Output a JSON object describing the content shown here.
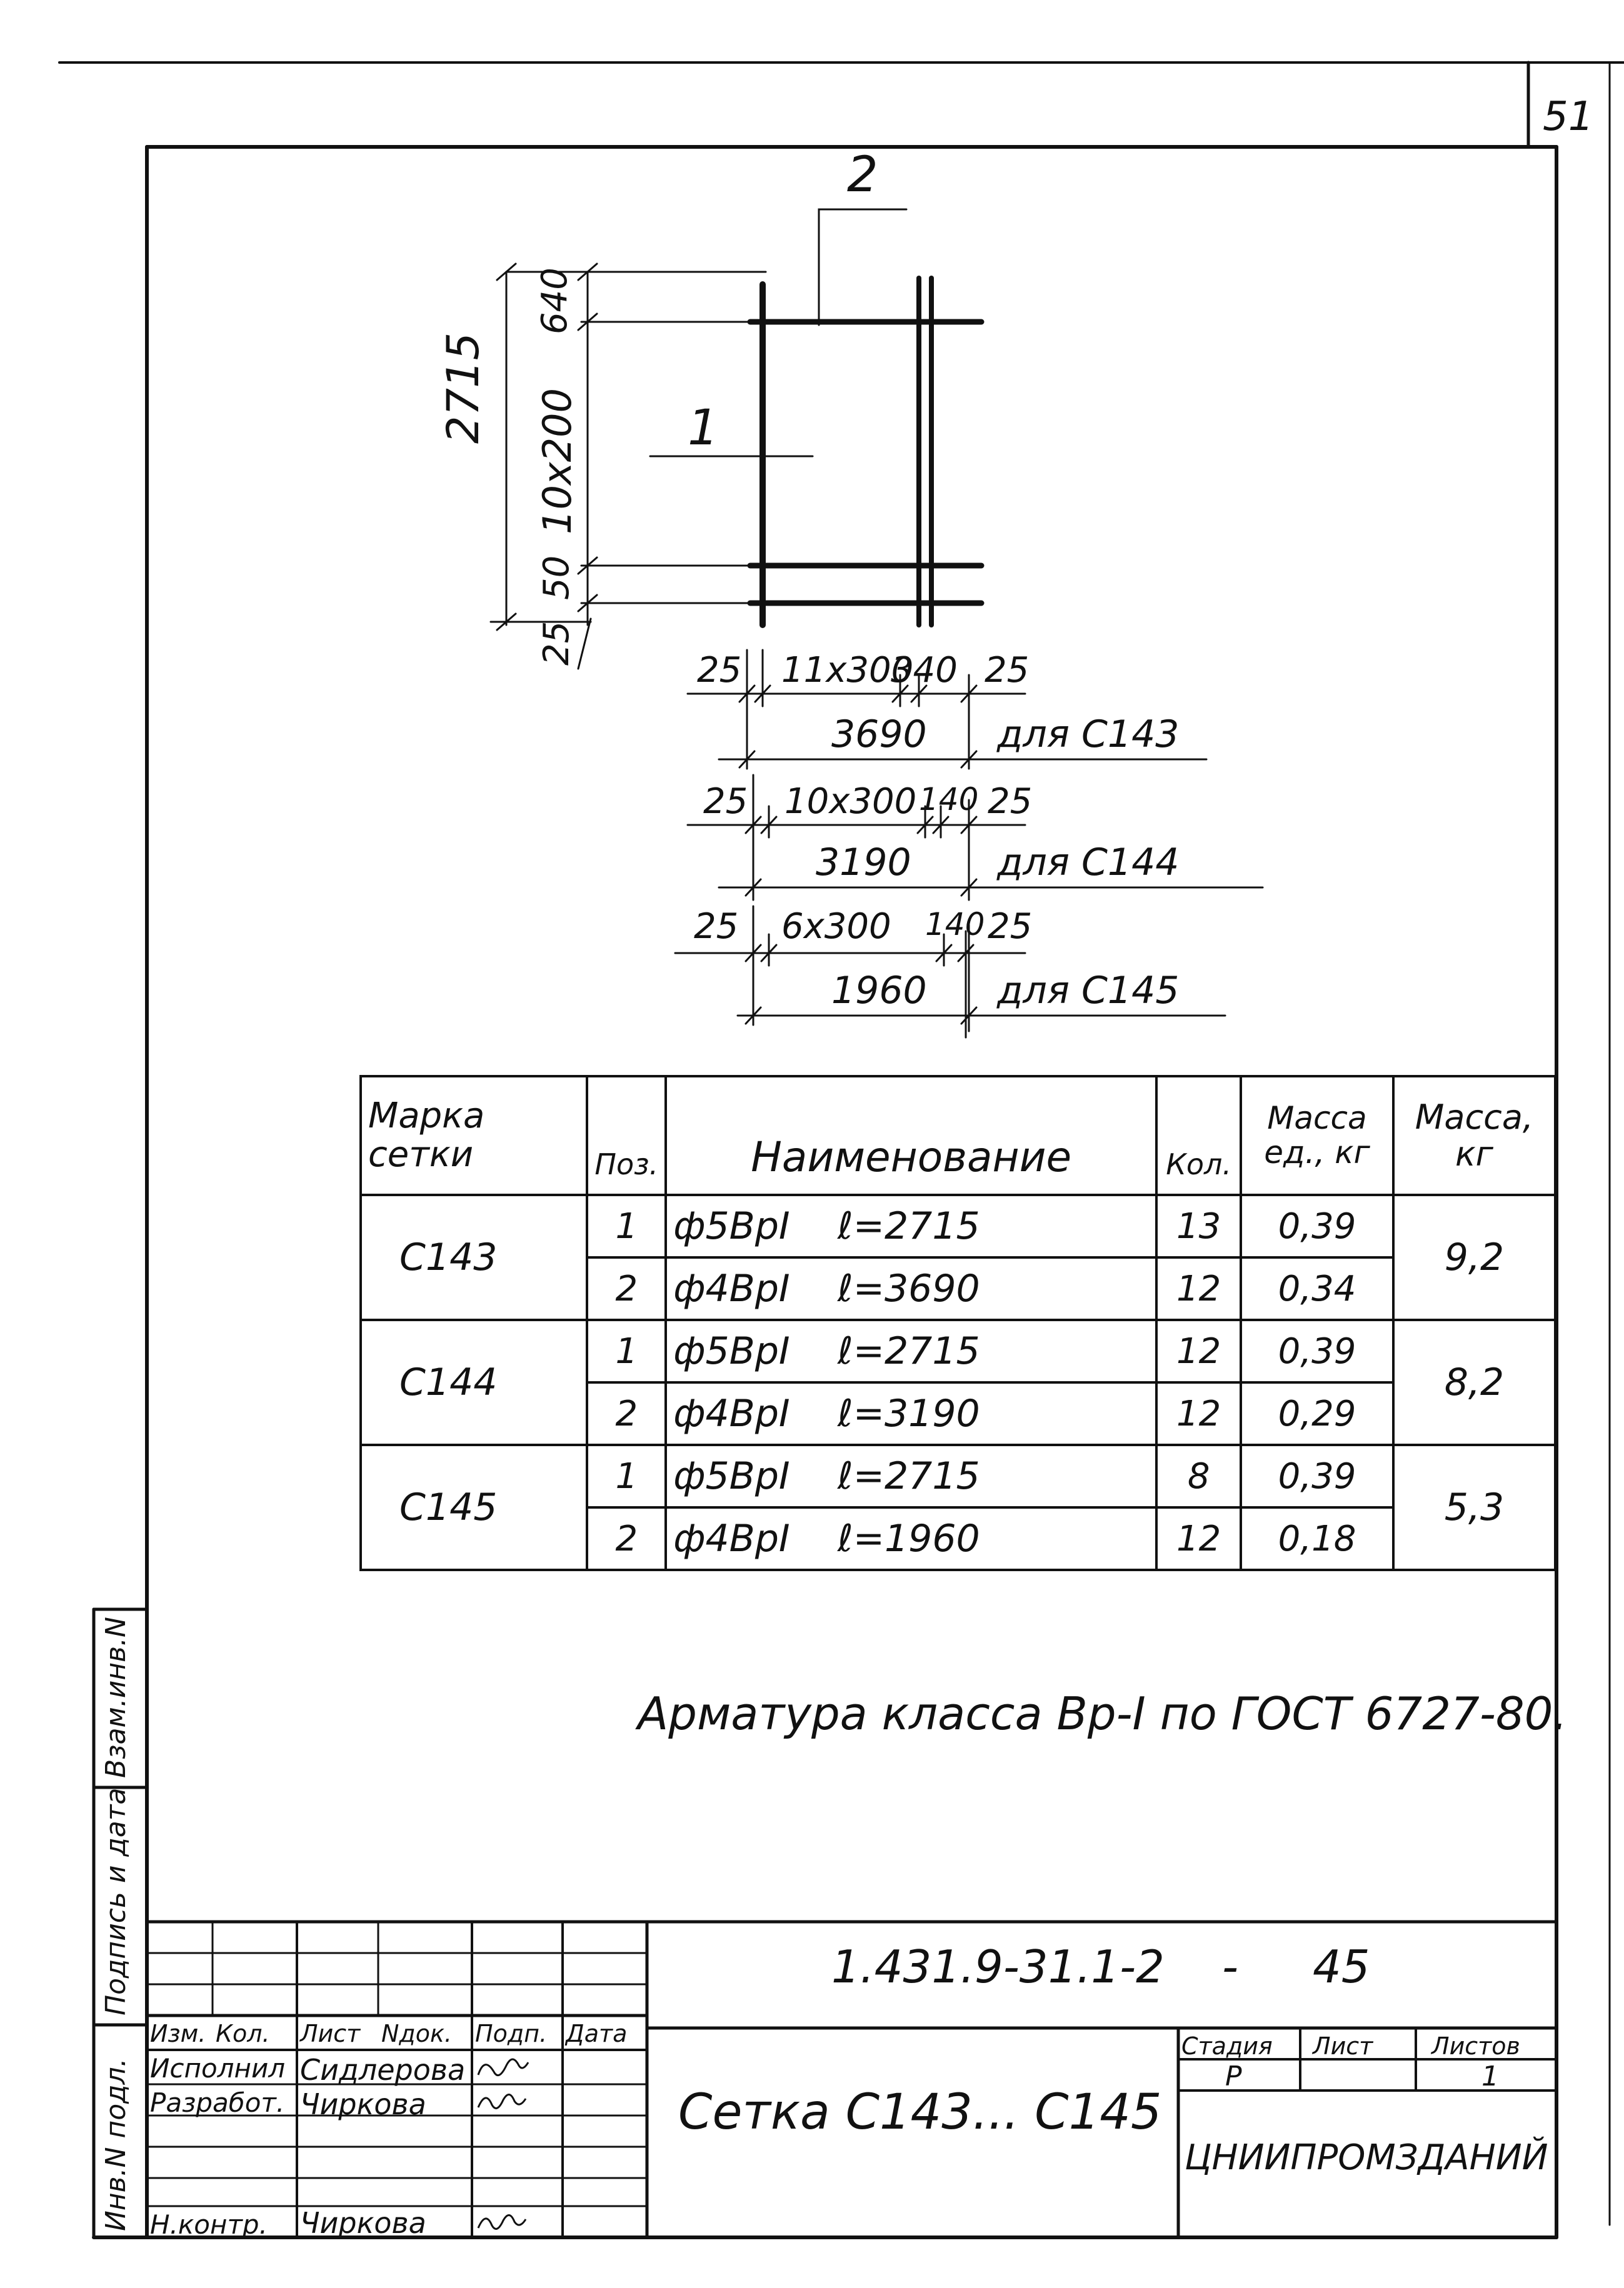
{
  "page": {
    "sheet_number": "51"
  },
  "drawing": {
    "callout_2": "2",
    "callout_1": "1",
    "dim_total_height": "2715",
    "dim_top": "640",
    "dim_middle": "10x200",
    "dim_bottom": "50",
    "dim_edge": "25",
    "rows": [
      {
        "left": "25",
        "mid": "11x300",
        "right": "340",
        "end": "25",
        "total": "3690",
        "note": "для С143"
      },
      {
        "left": "25",
        "mid": "10x300",
        "right": "140",
        "end": "25",
        "total": "3190",
        "note": "для С144"
      },
      {
        "left": "25",
        "mid": "6x300",
        "right": "140",
        "end": "25",
        "total": "1960",
        "note": "для С145"
      }
    ]
  },
  "table": {
    "headers": {
      "mark": "Марка сетки",
      "pos": "Поз.",
      "name": "Наименование",
      "qty": "Кол.",
      "unit_mass": "Масса ед., кг",
      "mass": "Масса, кг"
    },
    "groups": [
      {
        "mark": "С143",
        "mass": "9,2",
        "rows": [
          {
            "pos": "1",
            "dia": "ф5ВрI",
            "len": "ℓ=2715",
            "qty": "13",
            "unit_mass": "0,39"
          },
          {
            "pos": "2",
            "dia": "ф4ВрI",
            "len": "ℓ=3690",
            "qty": "12",
            "unit_mass": "0,34"
          }
        ]
      },
      {
        "mark": "С144",
        "mass": "8,2",
        "rows": [
          {
            "pos": "1",
            "dia": "ф5ВрI",
            "len": "ℓ=2715",
            "qty": "12",
            "unit_mass": "0,39"
          },
          {
            "pos": "2",
            "dia": "ф4ВрI",
            "len": "ℓ=3190",
            "qty": "12",
            "unit_mass": "0,29"
          }
        ]
      },
      {
        "mark": "С145",
        "mass": "5,3",
        "rows": [
          {
            "pos": "1",
            "dia": "ф5ВрI",
            "len": "ℓ=2715",
            "qty": "8",
            "unit_mass": "0,39"
          },
          {
            "pos": "2",
            "dia": "ф4ВрI",
            "len": "ℓ=1960",
            "qty": "12",
            "unit_mass": "0,18"
          }
        ]
      }
    ]
  },
  "note": "Арматура класса Вр-I по ГОСТ 6727-80.",
  "side_stamp": {
    "inv_podl": "Инв.N подл.",
    "podpis": "Подпись и дата",
    "vzam": "Взам.инв.N"
  },
  "title_block": {
    "doc_code": "1.431.9-31.1-2",
    "dash": "-",
    "sheet_code": "45",
    "col_izm": "Изм.",
    "col_kol": "Кол.",
    "col_list": "Лист",
    "col_ndok": "Nдок.",
    "col_podp": "Подп.",
    "col_data": "Дата",
    "role_ispolnil": "Исполнил",
    "role_razrabot": "Разработ.",
    "role_nkontr": "Н.контр.",
    "name_ispolnil": "Сидлерова",
    "name_razrabot": "Чиркова",
    "name_nkontr": "Чиркова",
    "title": "Сетка С143... С145",
    "stadia_label": "Стадия",
    "list_label": "Лист",
    "listov_label": "Листов",
    "stadia_value": "Р",
    "list_value": "",
    "listov_value": "1",
    "organization": "ЦНИИПРОМЗДАНИЙ"
  }
}
